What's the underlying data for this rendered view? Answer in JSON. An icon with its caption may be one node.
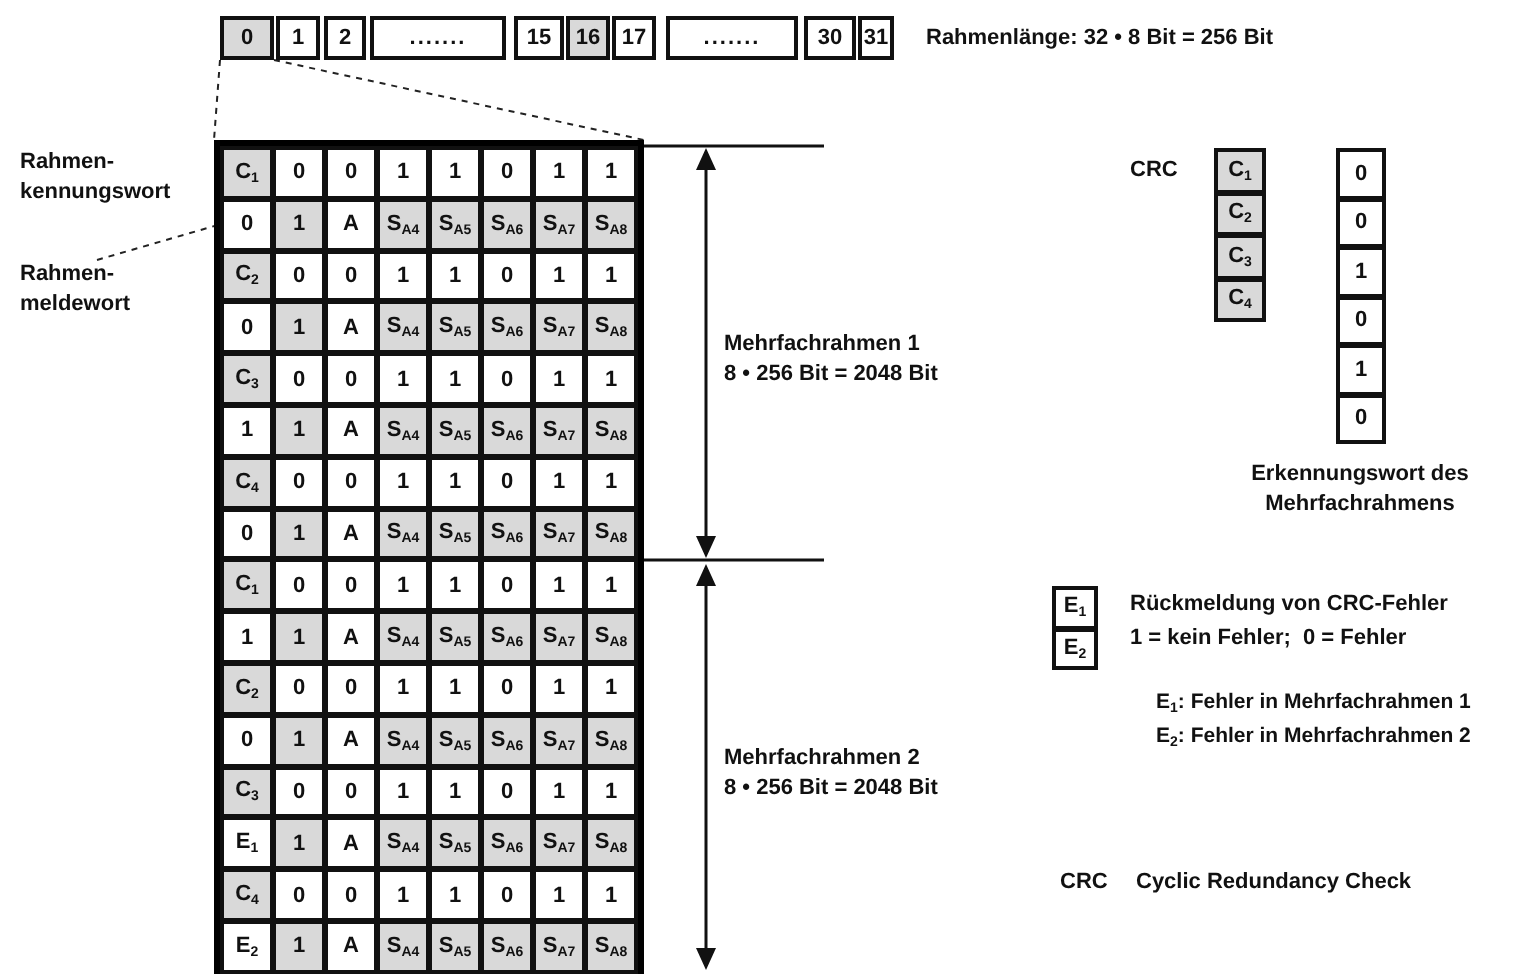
{
  "diagram": {
    "nodes": [
      {
        "text": [
          "0"
        ]
      },
      {
        "text": [
          "Rahmen- meldewort"
        ]
      },
      {
        "text": [],
        "shape": "box"
      },
      {
        "text": [
          "0"
        ],
        "in": 2
      }
    ],
    "edges": [
      {
        "from": 0,
        "to": 2,
        "arrow": "none",
        "style": "dashed"
      },
      {
        "from": 0,
        "to": 2,
        "arrow": "none",
        "style": "dashed"
      },
      {
        "from": 1,
        "to": 3,
        "arrow": "none",
        "style": "dashed"
      }
    ],
    "labels": [
      "1",
      "2",
      ".......",
      "15",
      "16",
      "17",
      ".......",
      "30",
      "31",
      "Rahmenlänge: 32 • 8 Bit = 256 Bit",
      "Rahmen- kennungswort",
      "C$_{1}$",
      "0",
      "0",
      "1",
      "1",
      "0",
      "1",
      "1",
      "1",
      "A",
      "S$_{A4}$",
      "S$_{A5}$",
      "S$_{A6}$",
      "S$_{A7}$",
      "S$_{A8}$",
      "C$_{2}$",
      "0",
      "0",
      "1",
      "1",
      "0",
      "1",
      "1",
      "0",
      "1",
      "A",
      "S$_{A4}$",
      "S$_{A5}$",
      "S$_{A6}$",
      "S$_{A7}$",
      "S$_{A8}$",
      "C$_{3}$",
      "0",
      "0",
      "1",
      "1",
      "0",
      "1",
      "1",
      "1",
      "1",
      "A",
      "S$_{A4}$",
      "S$_{A5}$",
      "S$_{A6}$",
      "S$_{A7}$",
      "S$_{A8}$",
      "C$_{4}$",
      "0",
      "0",
      "1",
      "1",
      "0",
      "1",
      "1",
      "0",
      "1",
      "A",
      "S$_{A4}$",
      "S$_{A5}$",
      "S$_{A6}$",
      "S$_{A7}$",
      "S$_{A8}$",
      "C$_{1}$",
      "0",
      "0",
      "1",
      "1",
      "0",
      "1",
      "1",
      "1",
      "1",
      "A",
      "S$_{A4}$",
      "S$_{A5}$",
      "S$_{A6}$",
      "S$_{A7}$",
      "S$_{A8}$",
      "C$_{2}$",
      "0",
      "0",
      "1",
      "1",
      "0",
      "1",
      "1",
      "0",
      "1",
      "A",
      "S$_{A4}$",
      "S$_{A5}$",
      "S$_{A6}$",
      "S$_{A7}$",
      "S$_{A8}$",
      "C$_{3}$",
      "0",
      "0",
      "1",
      "1",
      "0",
      "1",
      "1",
      "E$_{1}$",
      "1",
      "A",
      "S$_{A4}$",
      "S$_{A5}$",
      "S$_{A6}$",
      "S$_{A7}$",
      "S$_{A8}$",
      "C$_{4}$",
      "0",
      "0",
      "1",
      "1",
      "0",
      "1",
      "1",
      "E$_{2}$",
      "1",
      "A",
      "S$_{A4}$",
      "S$_{A5}$",
      "S$_{A6}$",
      "S$_{A7}$",
      "S$_{A8}$",
      "Mehrfachrahmen 1",
      "8 • 256 Bit = 2048 Bit",
      "CRC",
      "C$_{1}$",
      "C$_{2}$",
      "C$_{3}$",
      "C$_{4}$",
      "0",
      "0",
      "1",
      "0",
      "1",
      "0",
      "Erkennungswort des Mehrfachrahmens",
      "E$_{1}$",
      "E$_{2}$",
      "Rückmeldung von CRC-Fehler",
      "1 = kein Fehler;  0 = Fehler",
      "E$_{1}$: Fehler in Mehrfachrahmen 1",
      "E$_{2}$: Fehler in Mehrfachrahmen 2",
      "Mehrfachrahmen 2",
      "8 • 256 Bit = 2048 Bit",
      "CRC",
      "Cyclic Redundancy Check"
    ]
  }
}
